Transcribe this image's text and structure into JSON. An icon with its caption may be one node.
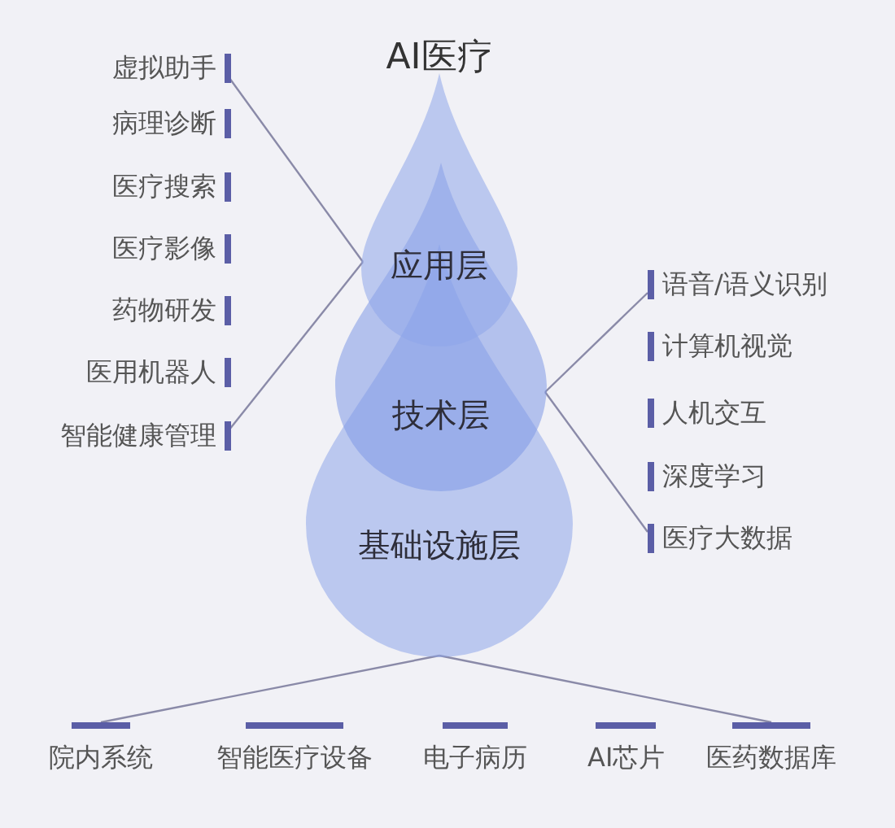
{
  "diagram": {
    "title": "AI医疗",
    "nodes": [
      {
        "text": [
          "应用层"
        ]
      },
      {
        "text": [
          "技术层"
        ]
      },
      {
        "text": [
          "基础设施层"
        ]
      },
      {
        "text": [
          "虚拟助手"
        ]
      },
      {
        "text": [
          "病理诊断"
        ]
      },
      {
        "text": [
          "医疗搜索"
        ]
      },
      {
        "text": [
          "医疗影像"
        ]
      },
      {
        "text": [
          "药物研发"
        ]
      },
      {
        "text": [
          "医用机器人"
        ]
      },
      {
        "text": [
          "智能健康管理"
        ]
      },
      {
        "text": [
          "语音/语义识别"
        ]
      },
      {
        "text": [
          "计算机视觉"
        ]
      },
      {
        "text": [
          "人机交互"
        ]
      },
      {
        "text": [
          "深度学习"
        ]
      },
      {
        "text": [
          "医疗大数据"
        ]
      },
      {
        "text": [
          "院内系统"
        ]
      },
      {
        "text": [
          "智能医疗设备"
        ]
      },
      {
        "text": [
          "电子病历"
        ]
      },
      {
        "text": [
          "AI芯片"
        ]
      },
      {
        "text": [
          "医药数据库"
        ]
      }
    ],
    "edges": [
      {
        "from": 0,
        "to": 3,
        "arrow": "none"
      },
      {
        "from": 0,
        "to": 9,
        "arrow": "none"
      },
      {
        "from": 1,
        "to": 10,
        "arrow": "none"
      },
      {
        "from": 1,
        "to": 14,
        "arrow": "none"
      },
      {
        "from": 2,
        "to": 15,
        "arrow": "none"
      },
      {
        "from": 2,
        "to": 19,
        "arrow": "none"
      }
    ]
  }
}
